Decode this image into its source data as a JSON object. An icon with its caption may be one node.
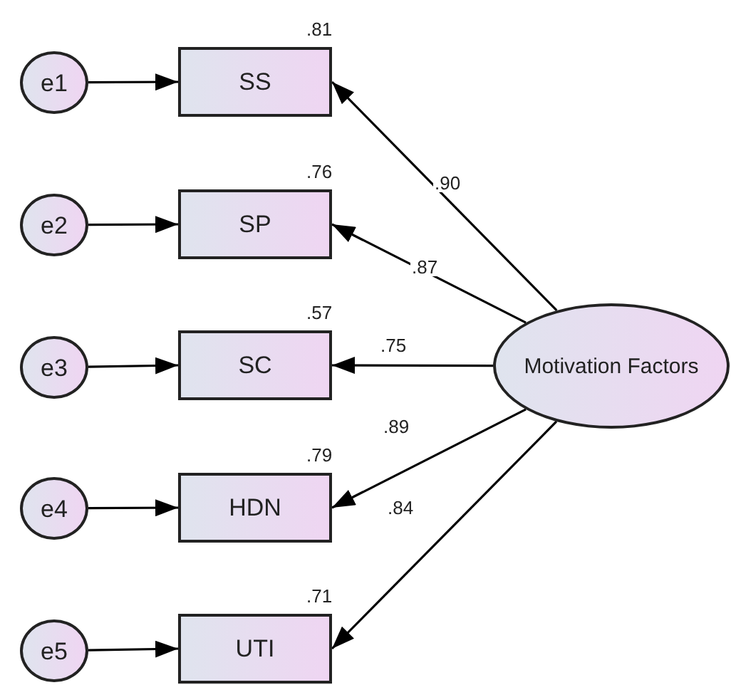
{
  "diagram": {
    "nodes": [
      {
        "text": [
          "e1"
        ]
      },
      {
        "text": [
          "e2"
        ]
      },
      {
        "text": [
          "e3"
        ]
      },
      {
        "text": [
          "e4"
        ]
      },
      {
        "text": [
          "e5"
        ]
      },
      {
        "text": [
          "SS"
        ],
        "beside": [
          ".81"
        ]
      },
      {
        "text": [
          "SP"
        ],
        "beside": [
          ".76"
        ]
      },
      {
        "text": [
          "SC"
        ],
        "beside": [
          ".57"
        ]
      },
      {
        "text": [
          "HDN"
        ],
        "beside": [
          ".79"
        ]
      },
      {
        "text": [
          "UTI"
        ],
        "beside": [
          ".71"
        ]
      },
      {
        "text": [
          "Motivation Factors"
        ]
      }
    ],
    "edges": [
      {
        "from": 0,
        "to": 5,
        "arrow": "to"
      },
      {
        "from": 1,
        "to": 6,
        "arrow": "to"
      },
      {
        "from": 2,
        "to": 7,
        "arrow": "to"
      },
      {
        "from": 3,
        "to": 8,
        "arrow": "to"
      },
      {
        "from": 4,
        "to": 9,
        "arrow": "to"
      },
      {
        "from": 10,
        "to": 5,
        "arrow": "to",
        "label": ".90"
      },
      {
        "from": 10,
        "to": 6,
        "arrow": "to",
        "label": ".87"
      },
      {
        "from": 10,
        "to": 7,
        "arrow": "to",
        "label": ".75"
      },
      {
        "from": 10,
        "to": 8,
        "arrow": "to",
        "label": ".89"
      },
      {
        "from": 10,
        "to": 9,
        "arrow": "to",
        "label": ".84"
      }
    ]
  }
}
